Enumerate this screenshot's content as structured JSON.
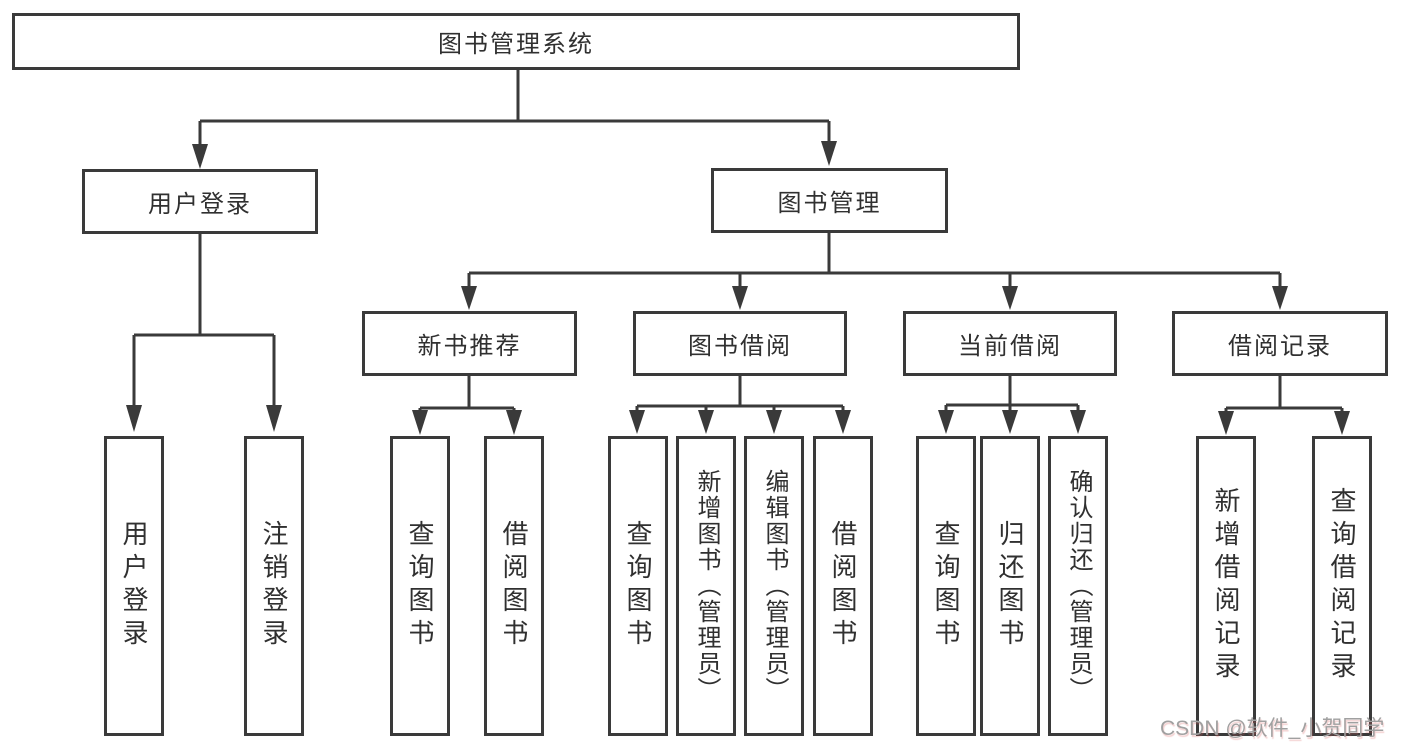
{
  "diagram_type": "functional-structure-tree",
  "colors": {
    "line": "#3a3a3a",
    "box_border": "#3a3a3a",
    "text": "#303030",
    "background": "#ffffff",
    "watermark_text": "#a0a0a0"
  },
  "nodes": {
    "root": "图书管理系统",
    "user_login": "用户登录",
    "book_management": "图书管理",
    "new_book_recommend": "新书推荐",
    "book_borrow": "图书借阅",
    "current_borrow": "当前借阅",
    "borrow_record": "借阅记录",
    "leaf_user_login": "用户登录",
    "leaf_logout": "注销登录",
    "leaf_query_book_a": "查询图书",
    "leaf_borrow_book_a": "借阅图书",
    "leaf_query_book_b": "查询图书",
    "leaf_add_book_admin": "新增图书（管理员）",
    "leaf_edit_book_admin": "编辑图书（管理员）",
    "leaf_borrow_book_b": "借阅图书",
    "leaf_query_book_c": "查询图书",
    "leaf_return_book": "归还图书",
    "leaf_confirm_return_admin": "确认归还（管理员）",
    "leaf_add_borrow_record": "新增借阅记录",
    "leaf_query_borrow_record": "查询借阅记录"
  },
  "hierarchy": {
    "图书管理系统": {
      "用户登录": [
        "用户登录",
        "注销登录"
      ],
      "图书管理": {
        "新书推荐": [
          "查询图书",
          "借阅图书"
        ],
        "图书借阅": [
          "查询图书",
          "新增图书（管理员）",
          "编辑图书（管理员）",
          "借阅图书"
        ],
        "当前借阅": [
          "查询图书",
          "归还图书",
          "确认归还（管理员）"
        ],
        "借阅记录": [
          "新增借阅记录",
          "查询借阅记录"
        ]
      }
    }
  },
  "watermark": {
    "text": "CSDN @软件_小贺同学"
  }
}
